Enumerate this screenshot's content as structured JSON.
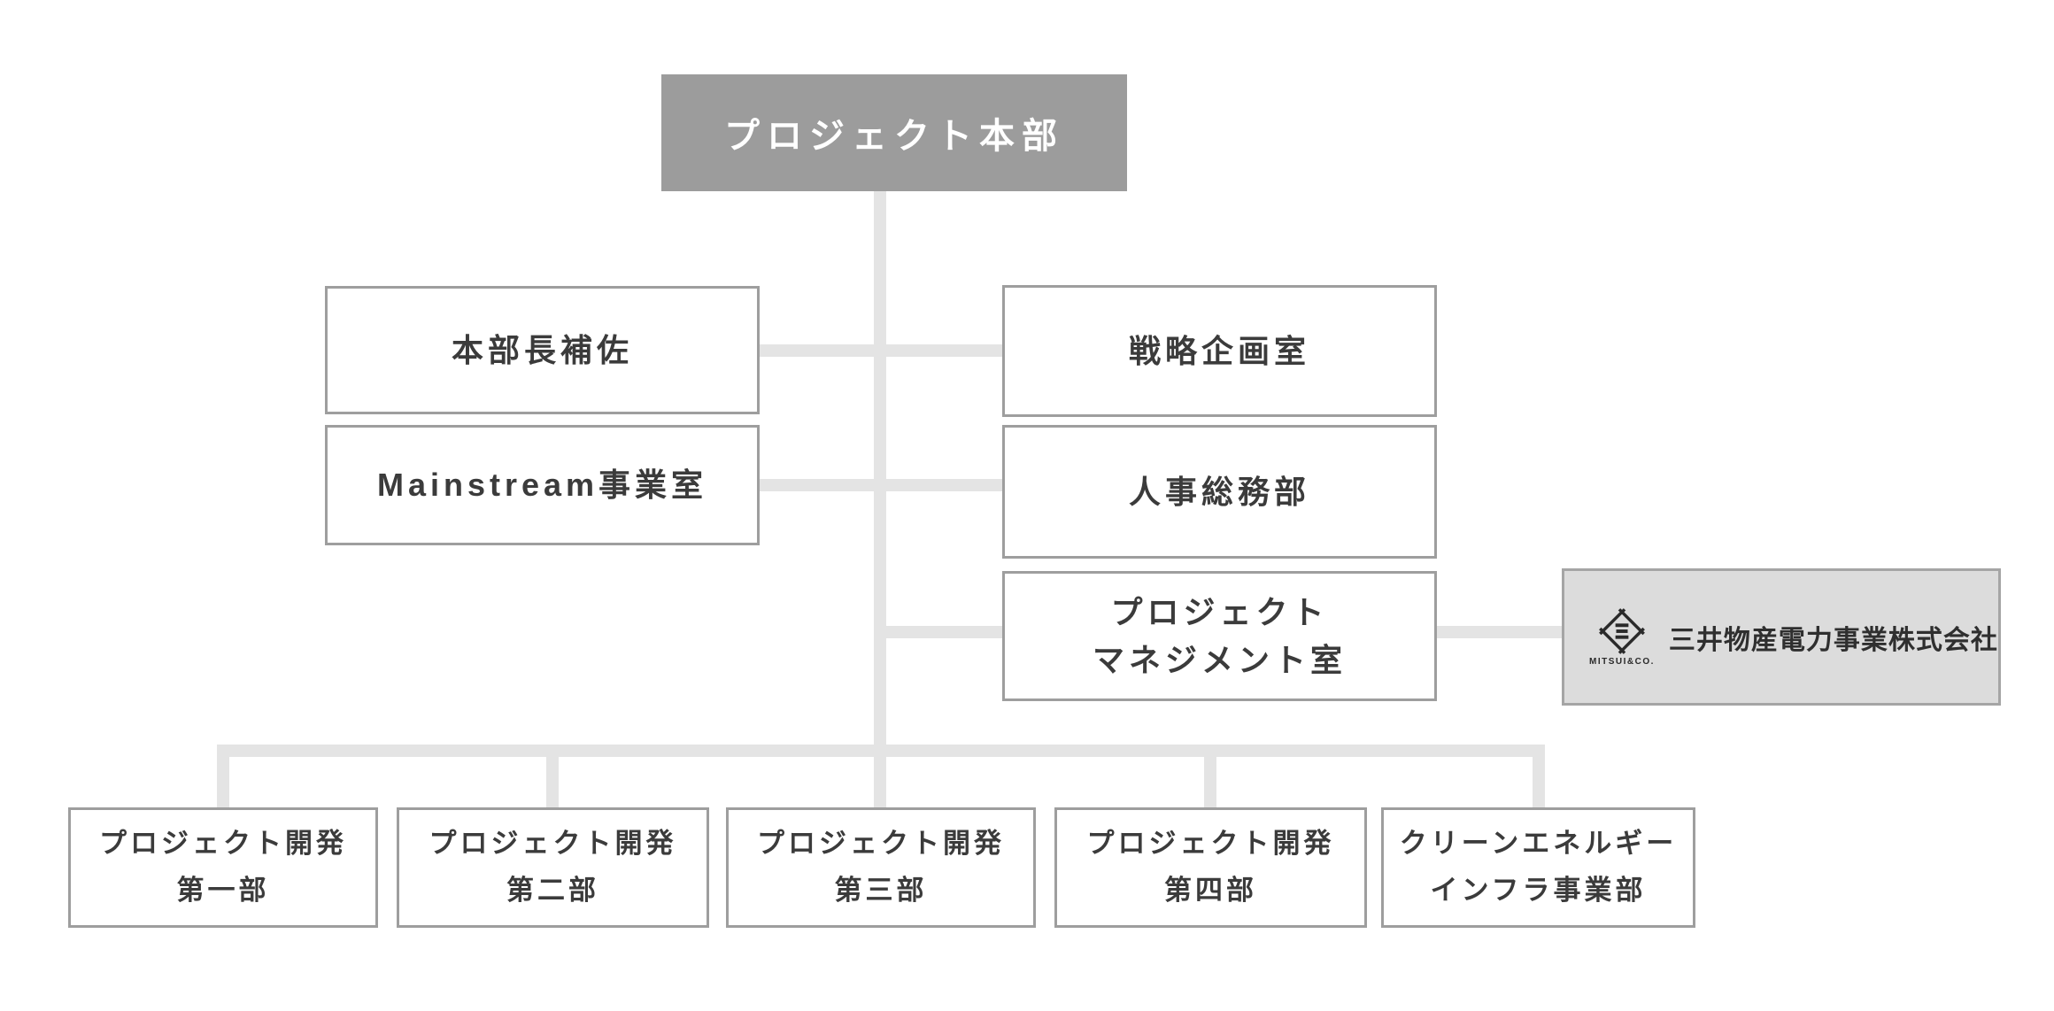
{
  "org_chart": {
    "root": {
      "label": "プロジェクト本部"
    },
    "staff_left": [
      {
        "label": "本部長補佐"
      },
      {
        "label": "Mainstream事業室"
      }
    ],
    "staff_right": [
      {
        "label": "戦略企画室"
      },
      {
        "label": "人事総務部"
      },
      {
        "label": "プロジェクト\nマネジメント室"
      }
    ],
    "partner": {
      "label": "三井物産電力事業株式会社",
      "logo_caption": "MITSUI&CO."
    },
    "departments": [
      {
        "label": "プロジェクト開発\n第一部"
      },
      {
        "label": "プロジェクト開発\n第二部"
      },
      {
        "label": "プロジェクト開発\n第三部"
      },
      {
        "label": "プロジェクト開発\n第四部"
      },
      {
        "label": "クリーンエネルギー\nインフラ事業部"
      }
    ],
    "colors": {
      "root_box_bg": "#9c9c9c",
      "root_box_text": "#ffffff",
      "box_bg": "#ffffff",
      "box_border": "#9e9e9e",
      "box_text": "#3b3b3b",
      "partner_box_bg": "#dcdcdc",
      "partner_box_border": "#a5a5a5",
      "logo_ink": "#2a2a2a",
      "connector": "#e4e4e4",
      "page_bg": "#ffffff"
    }
  }
}
